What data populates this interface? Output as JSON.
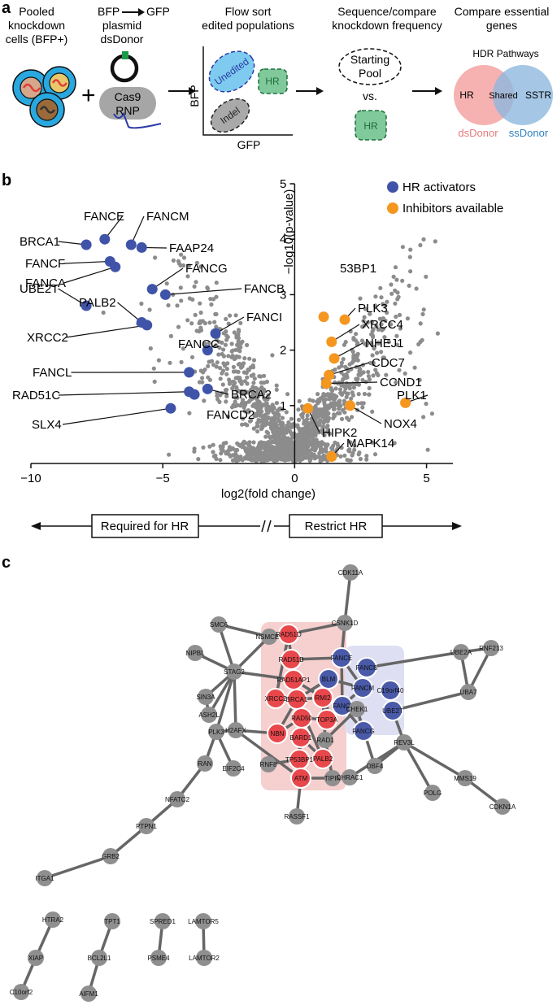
{
  "panel_a": {
    "label": "a",
    "step1": {
      "line1": "Pooled",
      "line2": "knockdown",
      "line3": "cells (BFP+)"
    },
    "plus": "+",
    "step2": {
      "bfp": "BFP",
      "gfp": "GFP",
      "line2": "plasmid",
      "line3": "dsDonor",
      "rnp1": "Cas9",
      "rnp2": "RNP"
    },
    "step3": {
      "line1": "Flow sort",
      "line2": "edited populations",
      "unedited": "Unedited",
      "hr": "HR",
      "indel": "Indel",
      "ylabel": "BFP",
      "xlabel": "GFP"
    },
    "step4": {
      "line1": "Sequence/compare",
      "line2": "knockdown frequency",
      "pool1": "Starting",
      "pool2": "Pool",
      "vs": "vs.",
      "hr": "HR"
    },
    "step5": {
      "line1": "Compare essential",
      "line2": "genes",
      "title": "HDR Pathways",
      "left": "HR",
      "mid": "Shared",
      "right": "SSTR",
      "left_label": "dsDonor",
      "right_label": "ssDonor"
    },
    "colors": {
      "blue_cell": "#29a8e0",
      "unedited": "#7ecbef",
      "hr_green": "#7fc99b",
      "indel": "#a9a9a9",
      "venn_left": "#f4a3a3",
      "venn_right": "#8fb8de",
      "dsdonor": "#e87a7a",
      "ssdonor": "#2f7fbf"
    }
  },
  "panel_b": {
    "label": "b",
    "legend": {
      "hr": "HR activators",
      "inh": "Inhibitors available"
    },
    "colors": {
      "hr": "#3f54a8",
      "inh": "#f5961f",
      "bg": "#8c8c8c"
    },
    "arrow_left": "Required for HR",
    "arrow_right": "Restrict HR",
    "chart_data": {
      "type": "scatter",
      "xlabel": "log2(fold change)",
      "ylabel": "−log10(p-value)",
      "xlim": [
        -10,
        6
      ],
      "ylim": [
        0,
        5
      ],
      "xticks": [
        "−10",
        "−5",
        "0",
        "5"
      ],
      "yticks": [
        "1",
        "2",
        "3",
        "4",
        "5"
      ],
      "series": [
        {
          "name": "HR activators",
          "points": [
            {
              "label": "BRCA1",
              "x": -7.9,
              "y": 3.9
            },
            {
              "label": "FANCE",
              "x": -7.2,
              "y": 4.0
            },
            {
              "label": "FANCM",
              "x": -6.2,
              "y": 3.9
            },
            {
              "label": "FAAP24",
              "x": -5.8,
              "y": 3.85
            },
            {
              "label": "FANCF",
              "x": -7.0,
              "y": 3.6
            },
            {
              "label": "FANCA",
              "x": -6.8,
              "y": 3.5
            },
            {
              "label": "FANCG",
              "x": -5.4,
              "y": 3.1
            },
            {
              "label": "FANCB",
              "x": -4.9,
              "y": 3.0
            },
            {
              "label": "UBE2T",
              "x": -7.9,
              "y": 2.8
            },
            {
              "label": "PALB2",
              "x": -5.8,
              "y": 2.5
            },
            {
              "label": "XRCC2",
              "x": -5.6,
              "y": 2.45
            },
            {
              "label": "FANCI",
              "x": -3.0,
              "y": 2.3
            },
            {
              "label": "FANCC",
              "x": -3.3,
              "y": 2.0
            },
            {
              "label": "FANCL",
              "x": -4.0,
              "y": 1.6
            },
            {
              "label": "BRCA2",
              "x": -3.3,
              "y": 1.3
            },
            {
              "label": "RAD51C",
              "x": -4.0,
              "y": 1.25
            },
            {
              "label": "FANCD2",
              "x": -3.8,
              "y": 1.2
            },
            {
              "label": "SLX4",
              "x": -4.7,
              "y": 0.95
            }
          ]
        },
        {
          "name": "Inhibitors available",
          "points": [
            {
              "label": "53BP1",
              "x": 1.1,
              "y": 2.6
            },
            {
              "label": "PLK3",
              "x": 1.9,
              "y": 2.55
            },
            {
              "label": "XRCC4",
              "x": 1.4,
              "y": 2.15
            },
            {
              "label": "NHEJ1",
              "x": 1.5,
              "y": 1.85
            },
            {
              "label": "CDC7",
              "x": 1.3,
              "y": 1.55
            },
            {
              "label": "CCND1",
              "x": 1.2,
              "y": 1.4
            },
            {
              "label": "PLK1",
              "x": 4.2,
              "y": 1.05
            },
            {
              "label": "NOX4",
              "x": 2.1,
              "y": 1.0
            },
            {
              "label": "HIPK2",
              "x": 0.5,
              "y": 0.95
            },
            {
              "label": "MAPK14",
              "x": 1.4,
              "y": 0.08
            }
          ]
        }
      ]
    }
  },
  "panel_c": {
    "label": "c",
    "colors": {
      "red": "#e8474b",
      "blue": "#4a5aa8",
      "gray": "#8f8f8f",
      "edge": "#666666",
      "box_red": "#f6cfcf",
      "box_blue": "#dedff2"
    },
    "nodes": [
      "CDK11A",
      "CSNK1D",
      "SMC6",
      "NSMCE2",
      "RAD51D",
      "UBE2A",
      "RNF213",
      "NIPBL",
      "RAD51B",
      "FANCE",
      "FANCB",
      "STAG2",
      "RAD51AP1",
      "BLM",
      "FANCM",
      "C19orf40",
      "UBA7",
      "SIN3A",
      "XRCC2",
      "BRCA1",
      "RMI2",
      "FANCI",
      "UBE2T",
      "ASH2L",
      "PLK3",
      "H2AFX",
      "RAD50",
      "TOP3A",
      "CHEK1",
      "FANCG",
      "NBN",
      "BARD1",
      "RAD1",
      "REV3L",
      "RAN",
      "EIF2C4",
      "RNF8",
      "TP53BP1",
      "PALB2",
      "DBF4",
      "MMS19",
      "NFATC2",
      "ATM",
      "TIPIN",
      "CHRAC1",
      "POLG",
      "CDKN1A",
      "RASSF1",
      "PTPN1",
      "GRB2",
      "ITGA1",
      "HTRA2",
      "TPT1",
      "SPRED1",
      "LAMTOR5",
      "XIAP",
      "BCL2L1",
      "PSME4",
      "LAMTOR2",
      "C10orf2",
      "AIFM1"
    ]
  }
}
